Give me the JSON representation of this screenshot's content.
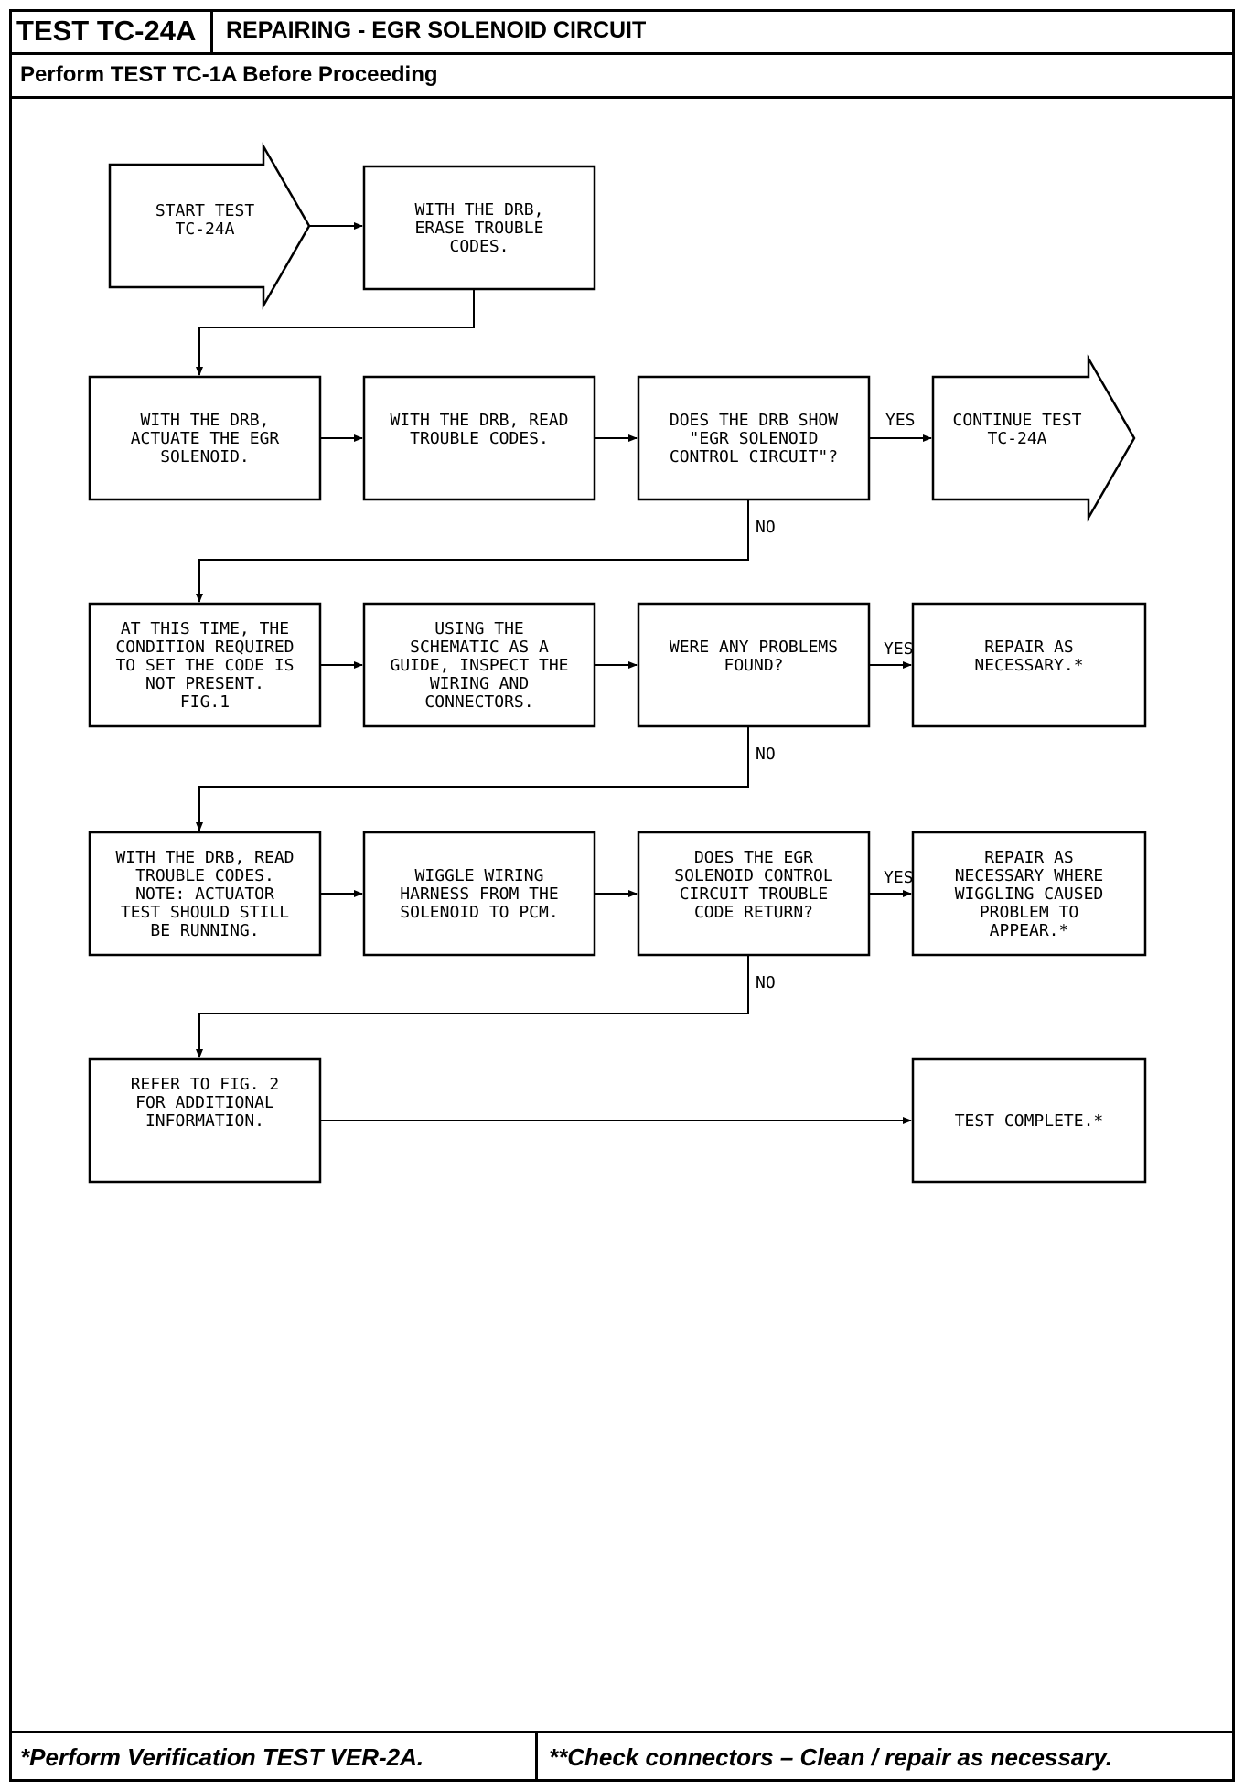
{
  "header": {
    "test_id": "TEST TC-24A",
    "title": "REPAIRING - EGR SOLENOID CIRCUIT",
    "subtitle": "Perform TEST TC-1A Before Proceeding"
  },
  "footer": {
    "left": "*Perform Verification TEST VER-2A.",
    "right": "**Check connectors – Clean / repair as necessary."
  },
  "flowchart": {
    "start": [
      "START TEST",
      "TC-24A"
    ],
    "erase": [
      "WITH THE DRB,",
      "ERASE TROUBLE",
      "CODES."
    ],
    "actuate": [
      "WITH THE DRB,",
      "ACTUATE THE EGR",
      "SOLENOID."
    ],
    "read_codes": [
      "WITH THE DRB, READ",
      "TROUBLE CODES."
    ],
    "q1": [
      "DOES THE DRB SHOW",
      "\"EGR SOLENOID",
      "CONTROL CIRCUIT\"?"
    ],
    "continue": [
      "CONTINUE TEST",
      "TC-24A"
    ],
    "condition": [
      "AT THIS TIME, THE",
      "CONDITION REQUIRED",
      "TO SET THE CODE IS",
      "NOT PRESENT.",
      "FIG.1"
    ],
    "inspect": [
      "USING THE",
      "SCHEMATIC AS A",
      "GUIDE, INSPECT THE",
      "WIRING AND",
      "CONNECTORS."
    ],
    "q2": [
      "WERE ANY PROBLEMS",
      "FOUND?"
    ],
    "repair1": [
      "REPAIR AS",
      "NECESSARY.*"
    ],
    "read2": [
      "WITH THE DRB, READ",
      "TROUBLE CODES.",
      "NOTE: ACTUATOR",
      "TEST SHOULD STILL",
      "BE RUNNING."
    ],
    "wiggle": [
      "WIGGLE WIRING",
      "HARNESS FROM THE",
      "SOLENOID TO PCM."
    ],
    "q3": [
      "DOES THE EGR",
      "SOLENOID CONTROL",
      "CIRCUIT TROUBLE",
      "CODE RETURN?"
    ],
    "repair2": [
      "REPAIR AS",
      "NECESSARY WHERE",
      "WIGGLING CAUSED",
      "PROBLEM TO",
      "APPEAR.*"
    ],
    "refer": [
      "REFER TO FIG. 2",
      "FOR ADDITIONAL",
      "INFORMATION."
    ],
    "complete": [
      "TEST COMPLETE.*"
    ],
    "yes": "YES",
    "no": "NO"
  }
}
